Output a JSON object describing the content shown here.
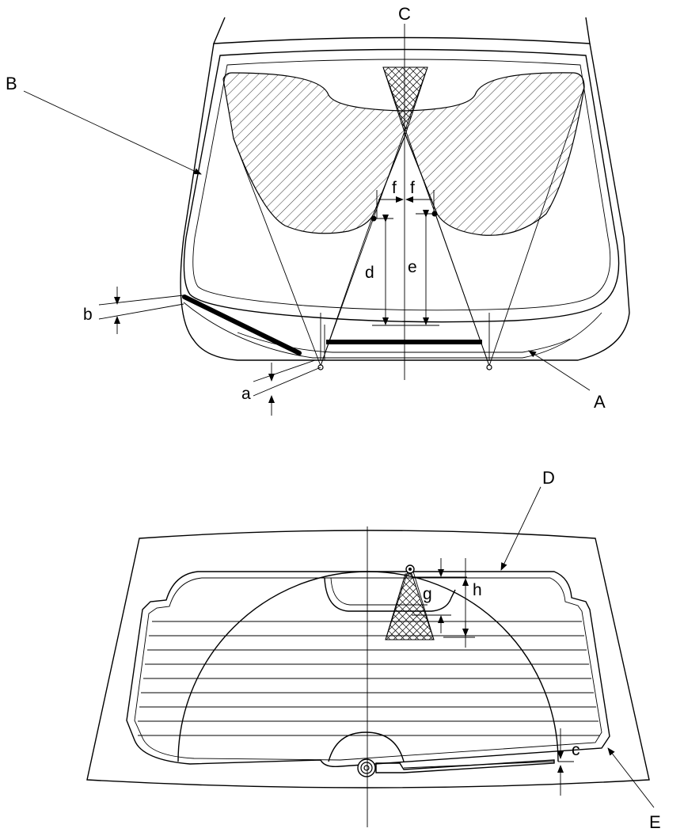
{
  "front_view": {
    "callouts": {
      "A": "A",
      "B": "B",
      "C": "C"
    },
    "dimensions": {
      "a": "a",
      "b": "b",
      "d": "d",
      "e": "e",
      "f_left": "f",
      "f_right": "f"
    }
  },
  "rear_view": {
    "callouts": {
      "D": "D",
      "E": "E"
    },
    "dimensions": {
      "c": "c",
      "g": "g",
      "h": "h"
    }
  },
  "colors": {
    "line": "#000000",
    "background": "#ffffff"
  }
}
